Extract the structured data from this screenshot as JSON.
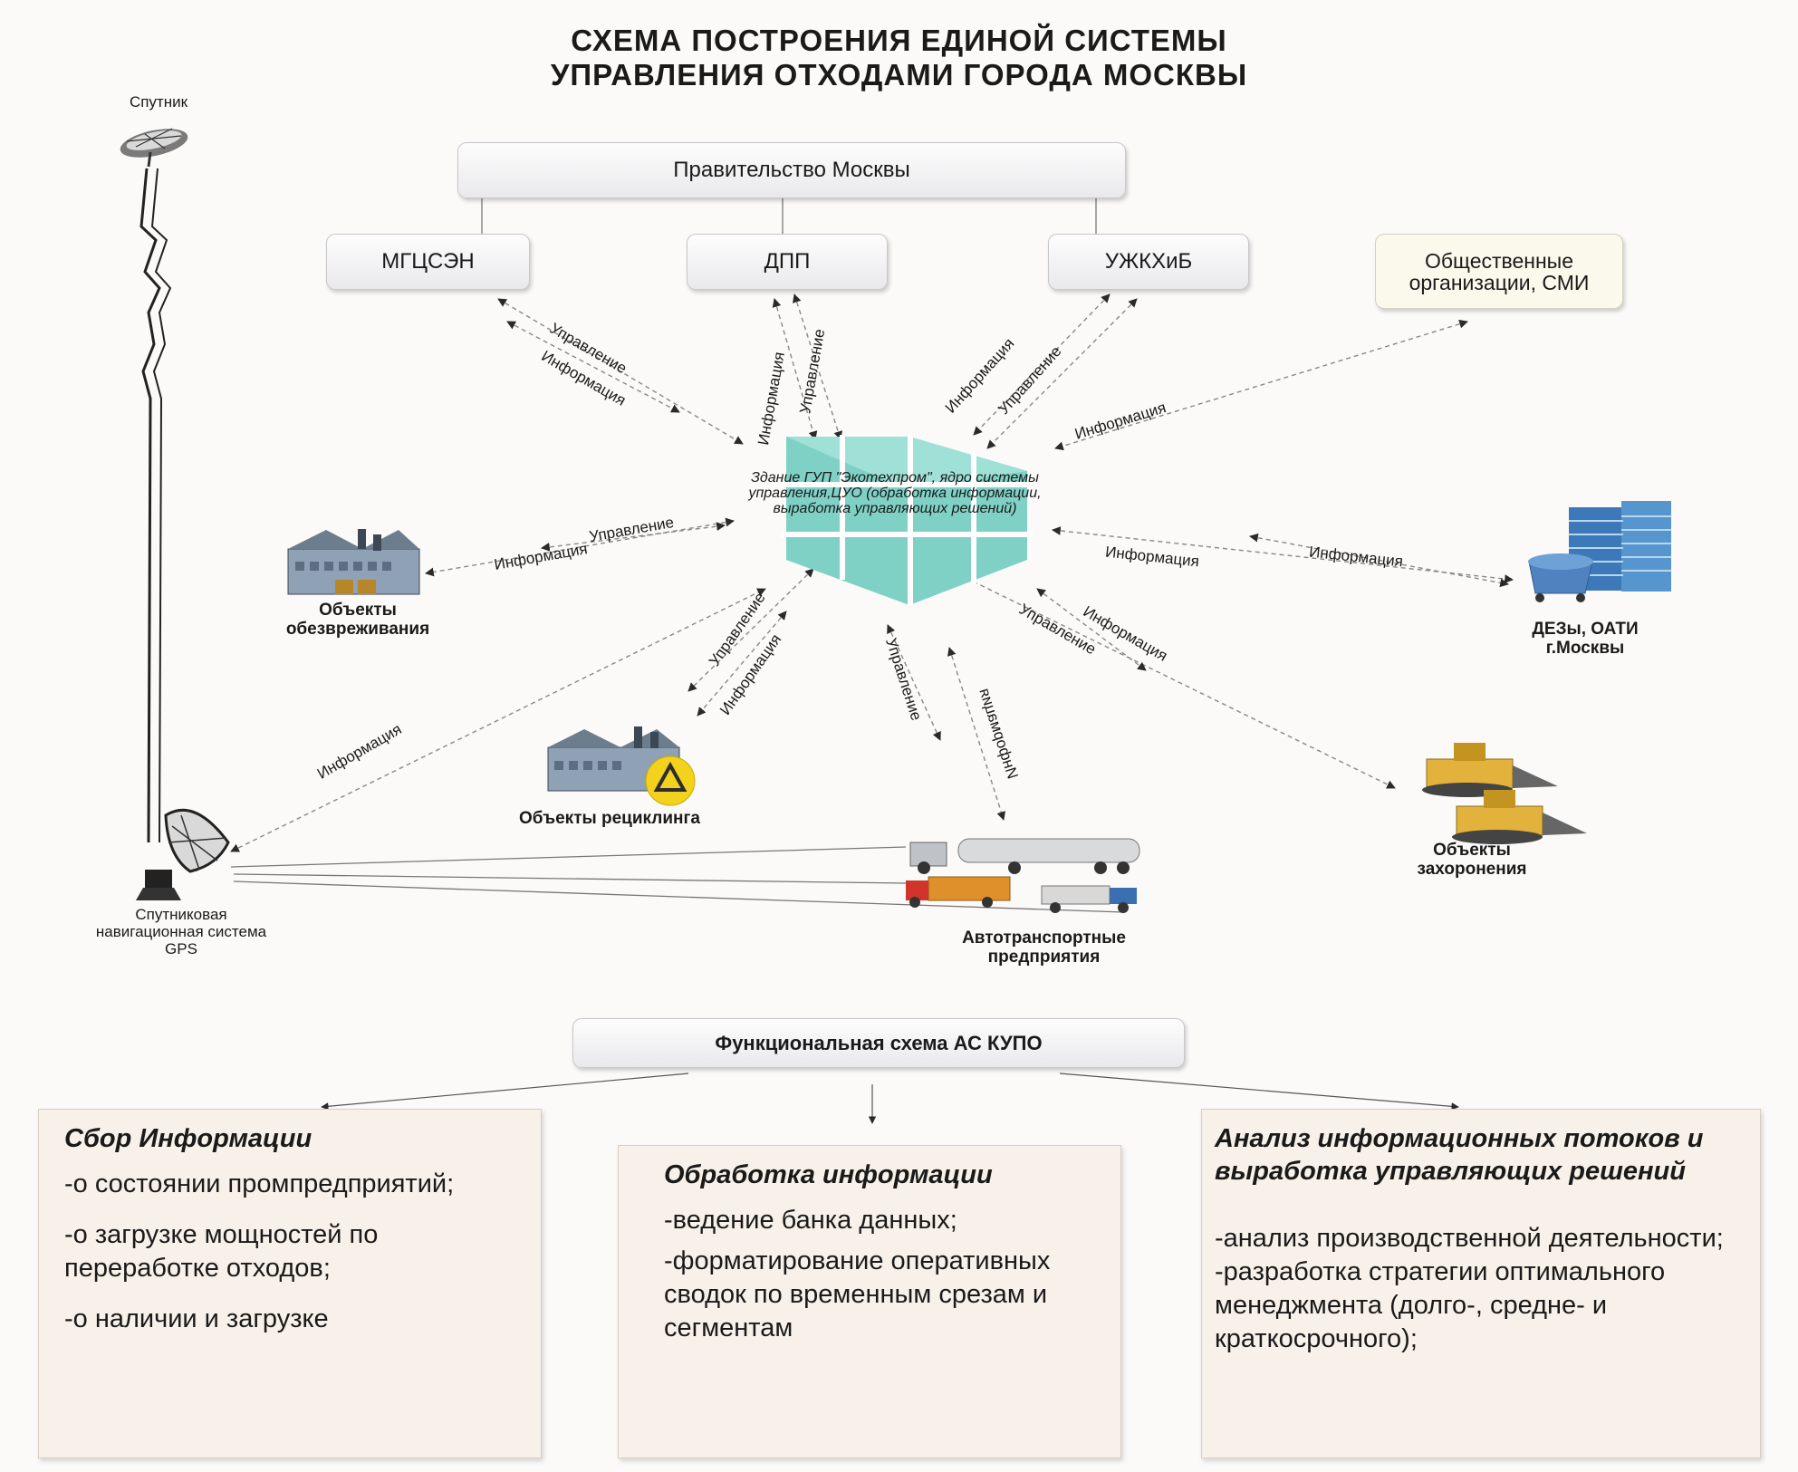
{
  "title": {
    "line1": "СХЕМА ПОСТРОЕНИЯ ЕДИНОЙ СИСТЕМЫ",
    "line2": "УПРАВЛЕНИЯ ОТХОДАМИ ГОРОДА МОСКВЫ"
  },
  "nodes": {
    "government": "Правительство Москвы",
    "mgcsen": "МГЦСЭН",
    "dpp": "ДПП",
    "uzhkhib": "УЖКХиБ",
    "public_orgs": "Общественные организации, СМИ",
    "satellite": "Спутник",
    "core": "Здание ГУП \"Экотехпром\", ядро системы управления,ЦУО (обработка информации, выработка управляющих решений)",
    "neutralization": "Объекты обезвреживания",
    "recycling": "Объекты рециклинга",
    "transport": "Автотранспортные предприятия",
    "landfill": "Объекты захоронения",
    "dez": "ДЕЗы, ОАТИ г.Москвы",
    "gps": "Спутниковая навигационная система GPS"
  },
  "link_labels": {
    "control": "Управление",
    "information": "Информация"
  },
  "functional": {
    "header": "Функциональная схема АС КУПО",
    "columns": [
      {
        "title": "Сбор Информации",
        "items": [
          "-о состоянии промпредприятий;",
          "-о загрузке мощностей по переработке отходов;",
          "-о наличии и загрузке"
        ]
      },
      {
        "title": "Обработка информации",
        "items": [
          "-ведение банка данных;",
          "-форматирование оперативных сводок по временным срезам и сегментам"
        ]
      },
      {
        "title": "Анализ информационных потоков и выработка управляющих решений",
        "items": [
          "-анализ производственной деятельности;",
          "-разработка стратегии оптимального менеджмента (долго-, средне- и краткосрочного);"
        ]
      }
    ]
  },
  "colors": {
    "core_teal": "#7fd1c6",
    "core_teal_dark": "#5fb8ac",
    "building_blue": "#3d79b8",
    "recycle_yellow": "#f2d21c",
    "loader_yellow": "#e3b23c",
    "panel_bg": "#f7f1e9",
    "public_bg": "#fbf8ec"
  },
  "icons": [
    "satellite-icon",
    "lightning-icon",
    "dish-icon",
    "factory-icon",
    "recycle-icon",
    "skyscraper-icon",
    "dumpster-icon",
    "tanker-truck-icon",
    "garbage-truck-icon",
    "flatbed-truck-icon",
    "bulldozer-icon"
  ]
}
